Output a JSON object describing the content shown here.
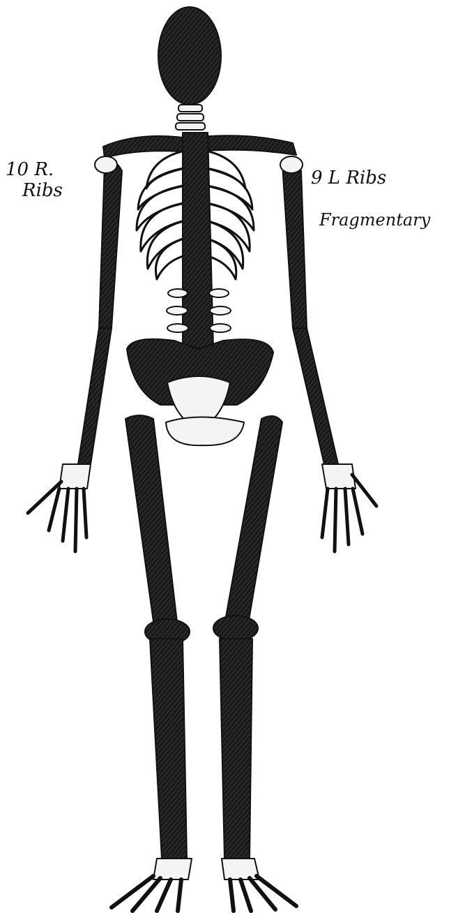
{
  "diagram": {
    "colors": {
      "ink": "#111111",
      "bone_fill": "#1a1a1a",
      "paper": "#ffffff",
      "light_bone": "#f4f4f4"
    },
    "annotations": {
      "right_ribs_line1": "10 R.",
      "right_ribs_line2": "Ribs",
      "left_ribs": "9 L Ribs",
      "left_ribs_note": "Fragmentary"
    }
  }
}
